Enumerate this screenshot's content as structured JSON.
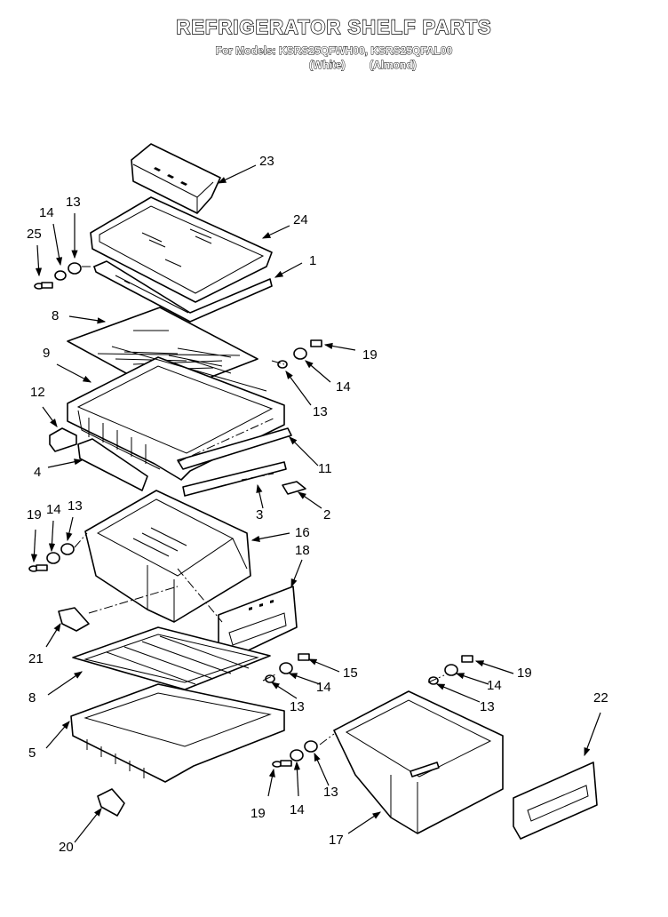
{
  "header": {
    "title": "REFRIGERATOR SHELF PARTS",
    "models_line": "For Models: KSRS25QFWH00, KSRS25QFAL00",
    "variant_white": "(White)",
    "variant_almond": "(Almond)"
  },
  "callouts": {
    "c23": "23",
    "c24": "24",
    "c1": "1",
    "c13a": "13",
    "c14a": "14",
    "c25": "25",
    "c8a": "8",
    "c9": "9",
    "c19a": "19",
    "c14b": "14",
    "c13b": "13",
    "c12": "12",
    "c11": "11",
    "c4": "4",
    "c3": "3",
    "c2": "2",
    "c19b": "19",
    "c14c": "14",
    "c13c": "13",
    "c16": "16",
    "c18": "18",
    "c21": "21",
    "c15": "15",
    "c14d": "14",
    "c13d": "13",
    "c8b": "8",
    "c5": "5",
    "c19c": "19",
    "c14e": "14",
    "c13e": "13",
    "c22": "22",
    "c13f": "13",
    "c19d": "19",
    "c14f": "14",
    "c20": "20",
    "c17": "17"
  }
}
